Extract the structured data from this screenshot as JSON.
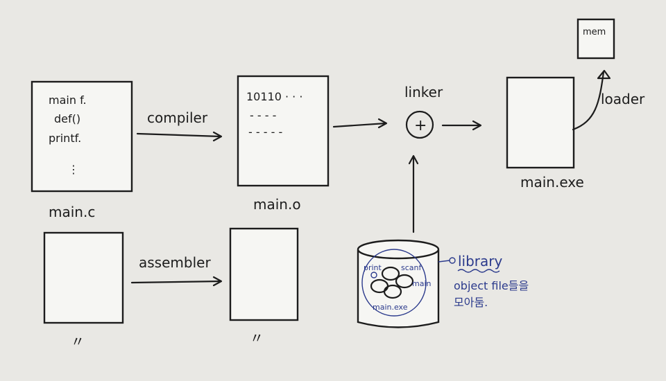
{
  "colors": {
    "ink": "#1c1c1c",
    "blue_ink": "#2b3a8c",
    "paper": "#e9e8e4"
  },
  "boxes": {
    "source": {
      "lines": [
        "main f.",
        "def()",
        "printf.",
        "⋮"
      ],
      "caption": "main.c"
    },
    "object": {
      "lines": [
        "10110 · · ·",
        "- - - -",
        "- - - - -"
      ],
      "caption": "main.o"
    },
    "exe": {
      "caption": "main.exe"
    },
    "mem": {
      "label": "mem"
    },
    "asm_source": {
      "caption": "〃"
    },
    "asm_object": {
      "caption": "〃"
    }
  },
  "edges": {
    "compiler": "compiler",
    "assembler": "assembler",
    "linker": "linker",
    "linker_symbol": "+",
    "loader": "loader"
  },
  "library": {
    "label": "library",
    "note_line1": "object file들을",
    "note_line2": "모아둠.",
    "items": [
      "print",
      "scanf",
      "main",
      "main.exe"
    ]
  }
}
